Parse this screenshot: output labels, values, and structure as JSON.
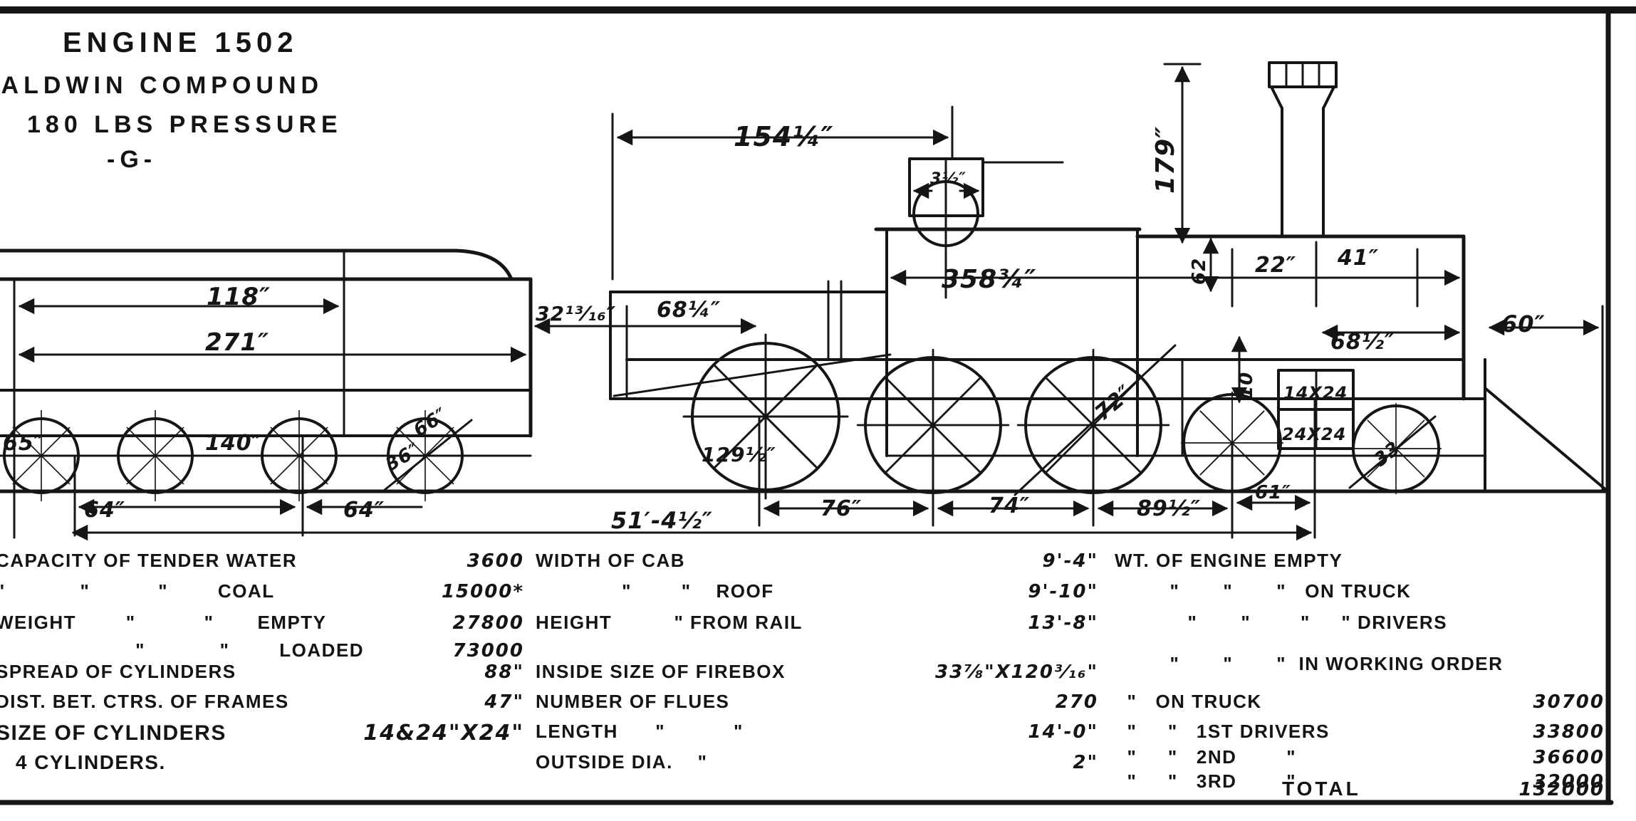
{
  "title_block": {
    "line1": "ENGINE 1502",
    "line2": "BALDWIN COMPOUND",
    "line3": "180 LBS PRESSURE",
    "line4": "-G-"
  },
  "dims": {
    "d118": "118″",
    "d271": "271″",
    "d65": "65″",
    "d140": "140″",
    "d66": "66″",
    "d36": "36″",
    "d64a": "64″",
    "d64b": "64″",
    "d154": "154¼″",
    "d3h": "3½″",
    "d179": "179″",
    "d358": "358¾″",
    "d22": "22″",
    "d41": "41″",
    "d32": "32¹³⁄₁₆″",
    "d68q": "68¼″",
    "d68h": "68½″",
    "d60": "60″",
    "d62": "62",
    "d10": "10",
    "d72": "72″",
    "d129": "129½″",
    "d33": "33",
    "d51": "51′-4½″",
    "d76": "76″",
    "d74": "74″",
    "d89": "89½″",
    "d61": "61″",
    "box1": "14X24",
    "box2": "24X24"
  },
  "spec_table": {
    "left": [
      {
        "label": "CAPACITY OF TENDER WATER",
        "value": "3600"
      },
      {
        "label": "\"            \"           \"        COAL",
        "value": "15000*"
      },
      {
        "label": "WEIGHT        \"           \"       EMPTY",
        "value": "27800"
      },
      {
        "label": "   \"            \"        LOADED",
        "value": "73000"
      },
      {
        "label": "SPREAD OF CYLINDERS",
        "value": "88\""
      },
      {
        "label": "DIST. BET. CTRS. OF FRAMES",
        "value": "47\""
      },
      {
        "label": "SIZE OF CYLINDERS",
        "value": "14&24\"X24\""
      },
      {
        "label": "   4 CYLINDERS.",
        "value": ""
      }
    ],
    "middle": [
      {
        "label": "WIDTH OF CAB",
        "value": "9'-4\""
      },
      {
        "label": "   \"        \"    ROOF",
        "value": "9'-10\""
      },
      {
        "label": "HEIGHT          \" FROM RAIL",
        "value": "13'-8\""
      },
      {
        "label": "INSIDE SIZE OF FIREBOX",
        "value": "33⅞\"X120³⁄₁₆\""
      },
      {
        "label": "NUMBER OF FLUES",
        "value": "270"
      },
      {
        "label": "LENGTH      \"           \"",
        "value": "14'-0\""
      },
      {
        "label": "OUTSIDE DIA.    \"",
        "value": "2\""
      }
    ],
    "right": [
      {
        "label": "WT. OF ENGINE EMPTY",
        "value": ""
      },
      {
        "label": "  \"       \"       \"   ON TRUCK",
        "value": ""
      },
      {
        "label": "  \"       \"        \"     \" DRIVERS",
        "value": ""
      },
      {
        "label": "  \"       \"       \"  IN WORKING ORDER",
        "value": ""
      },
      {
        "label": "  \"   ON TRUCK",
        "value": "30700"
      },
      {
        "label": "  \"     \"   1ST DRIVERS",
        "value": "33800"
      },
      {
        "label": "  \"     \"   2ND        \"",
        "value": "36600"
      },
      {
        "label": "  \"     \"   3RD        \"",
        "value": "32000"
      },
      {
        "label": "TOTAL",
        "value": "132000"
      }
    ]
  }
}
